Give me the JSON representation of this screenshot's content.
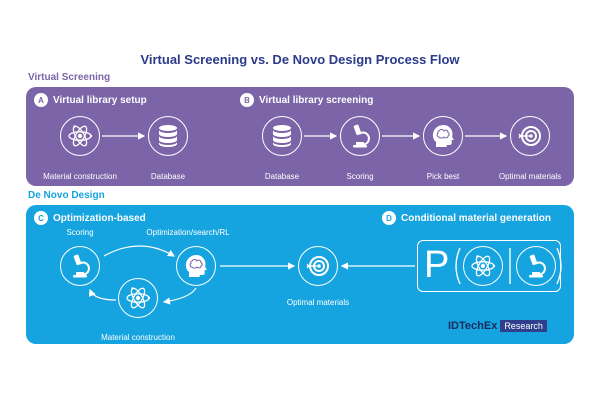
{
  "title": "Virtual Screening vs. De Novo Design Process Flow",
  "colors": {
    "virtual_panel": "#7b64a8",
    "denovo_panel": "#15a4df",
    "title_text": "#2b3b8a",
    "icon_white": "#ffffff"
  },
  "virtual_screening": {
    "label": "Virtual Screening",
    "step_a": {
      "badge": "A",
      "title": "Virtual library setup",
      "nodes": [
        {
          "icon": "atom-icon",
          "label": "Material construction"
        },
        {
          "icon": "database-icon",
          "label": "Database"
        }
      ]
    },
    "step_b": {
      "badge": "B",
      "title": "Virtual library screening",
      "nodes": [
        {
          "icon": "database-icon",
          "label": "Database"
        },
        {
          "icon": "microscope-icon",
          "label": "Scoring"
        },
        {
          "icon": "head-brain-icon",
          "label": "Pick best"
        },
        {
          "icon": "target-icon",
          "label": "Optimal materials"
        }
      ]
    }
  },
  "de_novo_design": {
    "label": "De Novo Design",
    "step_c": {
      "badge": "C",
      "title": "Optimization-based",
      "nodes": [
        {
          "icon": "microscope-icon",
          "label": "Scoring"
        },
        {
          "icon": "head-brain-icon",
          "label": "Optimization/search/RL"
        },
        {
          "icon": "atom-icon",
          "label": "Material construction"
        }
      ]
    },
    "center": {
      "icon": "target-icon",
      "label": "Optimal materials"
    },
    "step_d": {
      "badge": "D",
      "title": "Conditional material generation",
      "formula_letter": "P",
      "icons": [
        "atom-icon",
        "microscope-icon"
      ]
    }
  },
  "logo": {
    "brand": "IDTechEx",
    "sub": "Research"
  }
}
